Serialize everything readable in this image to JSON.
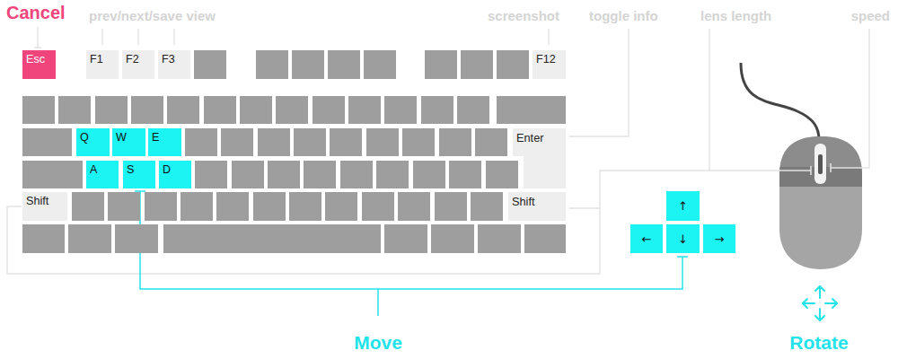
{
  "diagram": {
    "nodes": [
      {
        "text": [
          "Esc"
        ]
      },
      {
        "text": [
          "F1"
        ]
      },
      {
        "text": [
          "F2"
        ]
      },
      {
        "text": [
          "F3"
        ]
      },
      {
        "text": [
          "F12"
        ]
      },
      {
        "text": [
          "Q"
        ]
      },
      {
        "text": [
          "W"
        ]
      },
      {
        "text": [
          "E"
        ]
      },
      {
        "text": [
          "Enter"
        ]
      },
      {
        "text": [
          "A"
        ]
      },
      {
        "text": [
          "S"
        ]
      },
      {
        "text": [
          "D"
        ]
      },
      {
        "text": [
          "Shift"
        ]
      },
      {
        "text": [
          "Shift"
        ]
      },
      {
        "text": [
          "↑"
        ]
      },
      {
        "text": [
          "←"
        ]
      },
      {
        "text": [
          "↓"
        ]
      },
      {
        "text": [
          "→"
        ]
      }
    ],
    "labels": [
      "Cancel",
      "prev/next/save view",
      "screenshot",
      "toggle info",
      "lens length",
      "speed",
      "Move",
      "Rotate"
    ]
  }
}
